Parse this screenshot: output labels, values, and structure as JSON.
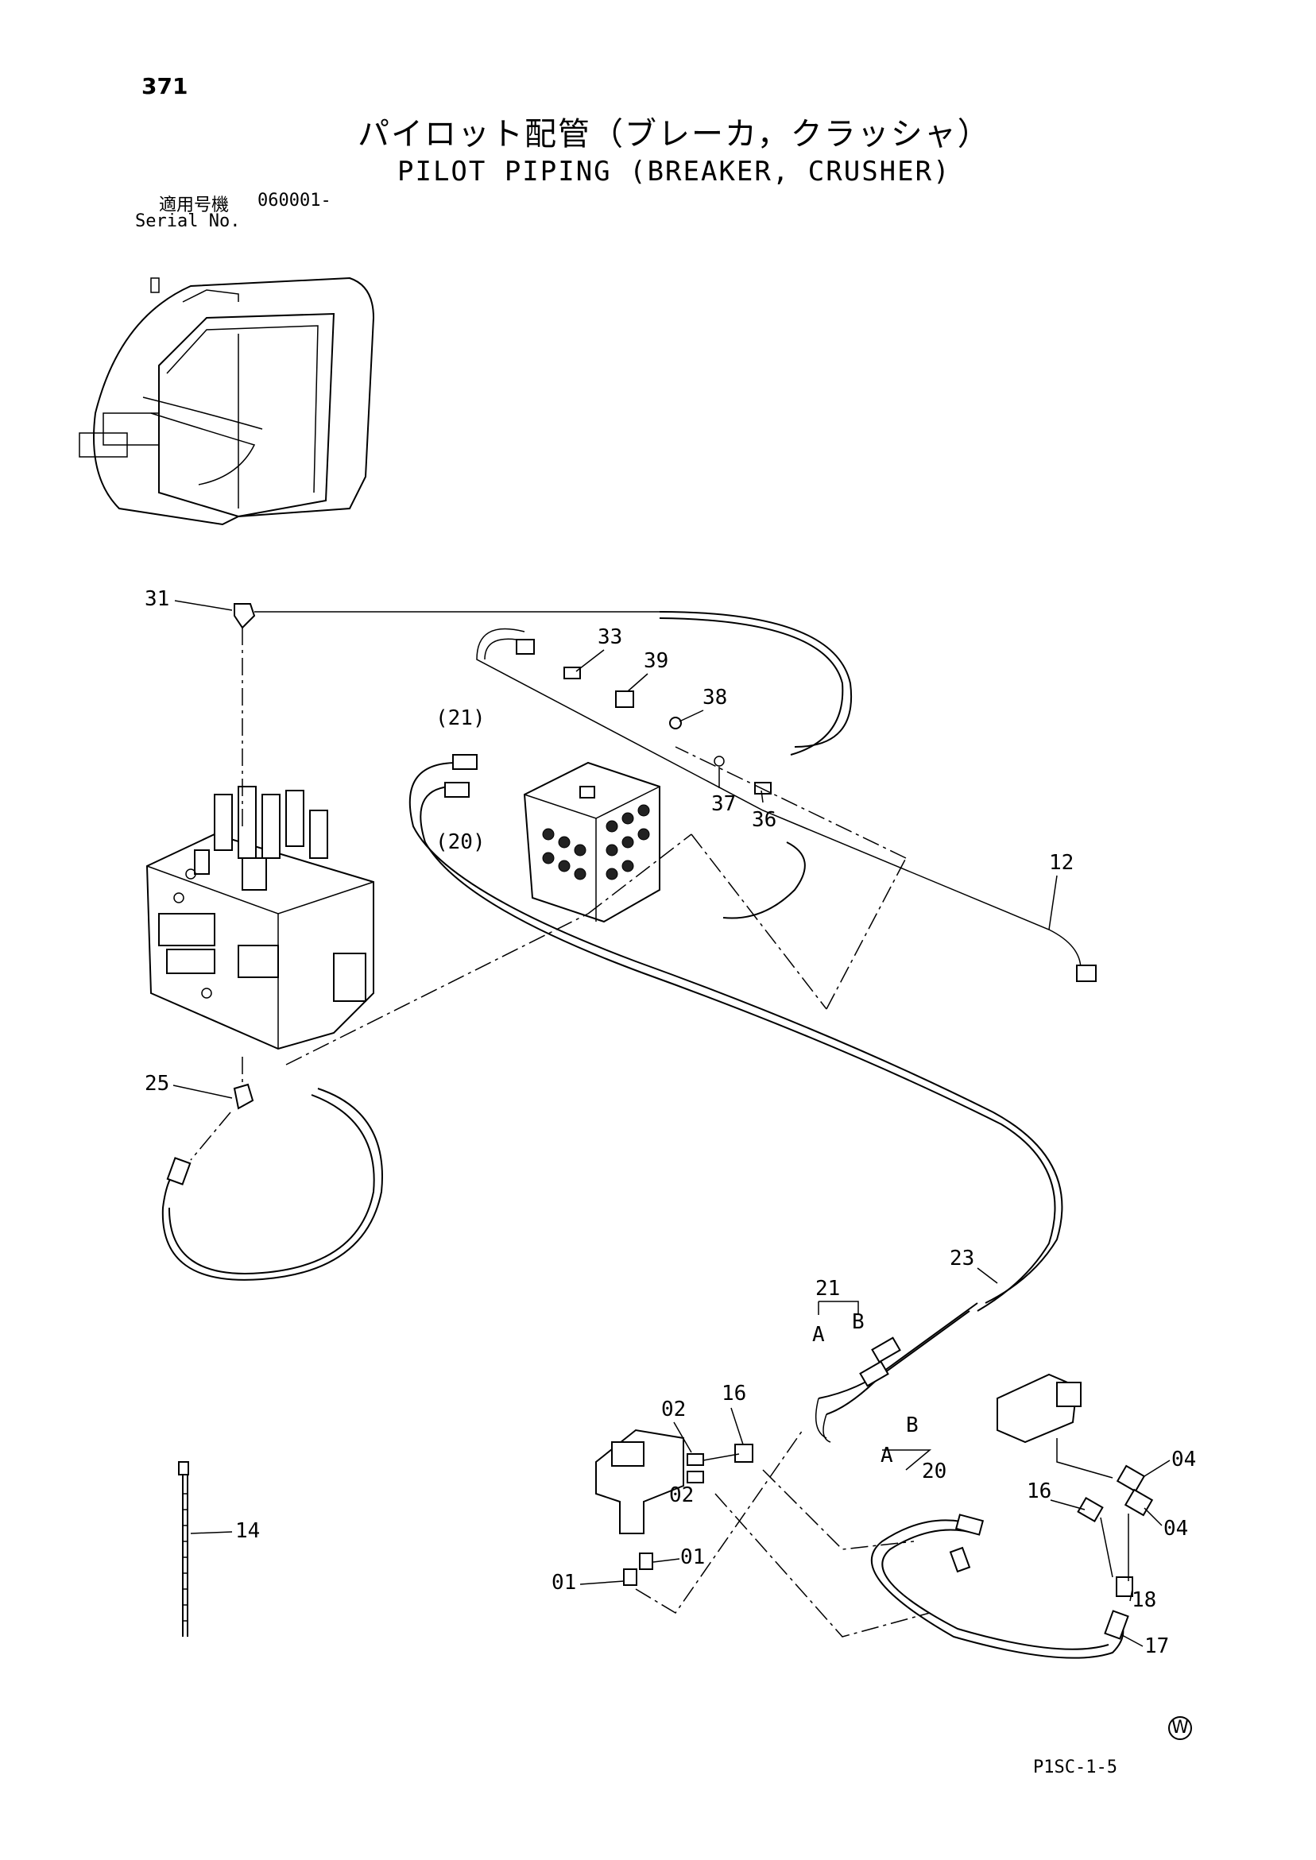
{
  "header": {
    "page_number": "371",
    "title_ja": "パイロット配管（ブレーカ，クラッシャ）",
    "title_en": "PILOT PIPING (BREAKER, CRUSHER)",
    "serial_label_ja": "適用号機",
    "serial_value": "060001-",
    "serial_label_en": "Serial No."
  },
  "footer": {
    "doc_code": "P1SC-1-5",
    "mark": "W"
  },
  "callouts": {
    "c31": "31",
    "c33": "33",
    "c39": "39",
    "c38": "38",
    "c21p": "(21)",
    "c20p": "(20)",
    "c37": "37",
    "c36": "36",
    "c12": "12",
    "c25": "25",
    "c23": "23",
    "c21": "21",
    "cA1": "A",
    "cB1": "B",
    "c16a": "16",
    "c02a": "02",
    "c02b": "02",
    "cB2": "B",
    "cA2": "A",
    "c20": "20",
    "c04a": "04",
    "c04b": "04",
    "c16b": "16",
    "c14": "14",
    "c01a": "01",
    "c01b": "01",
    "c18": "18",
    "c17": "17"
  }
}
